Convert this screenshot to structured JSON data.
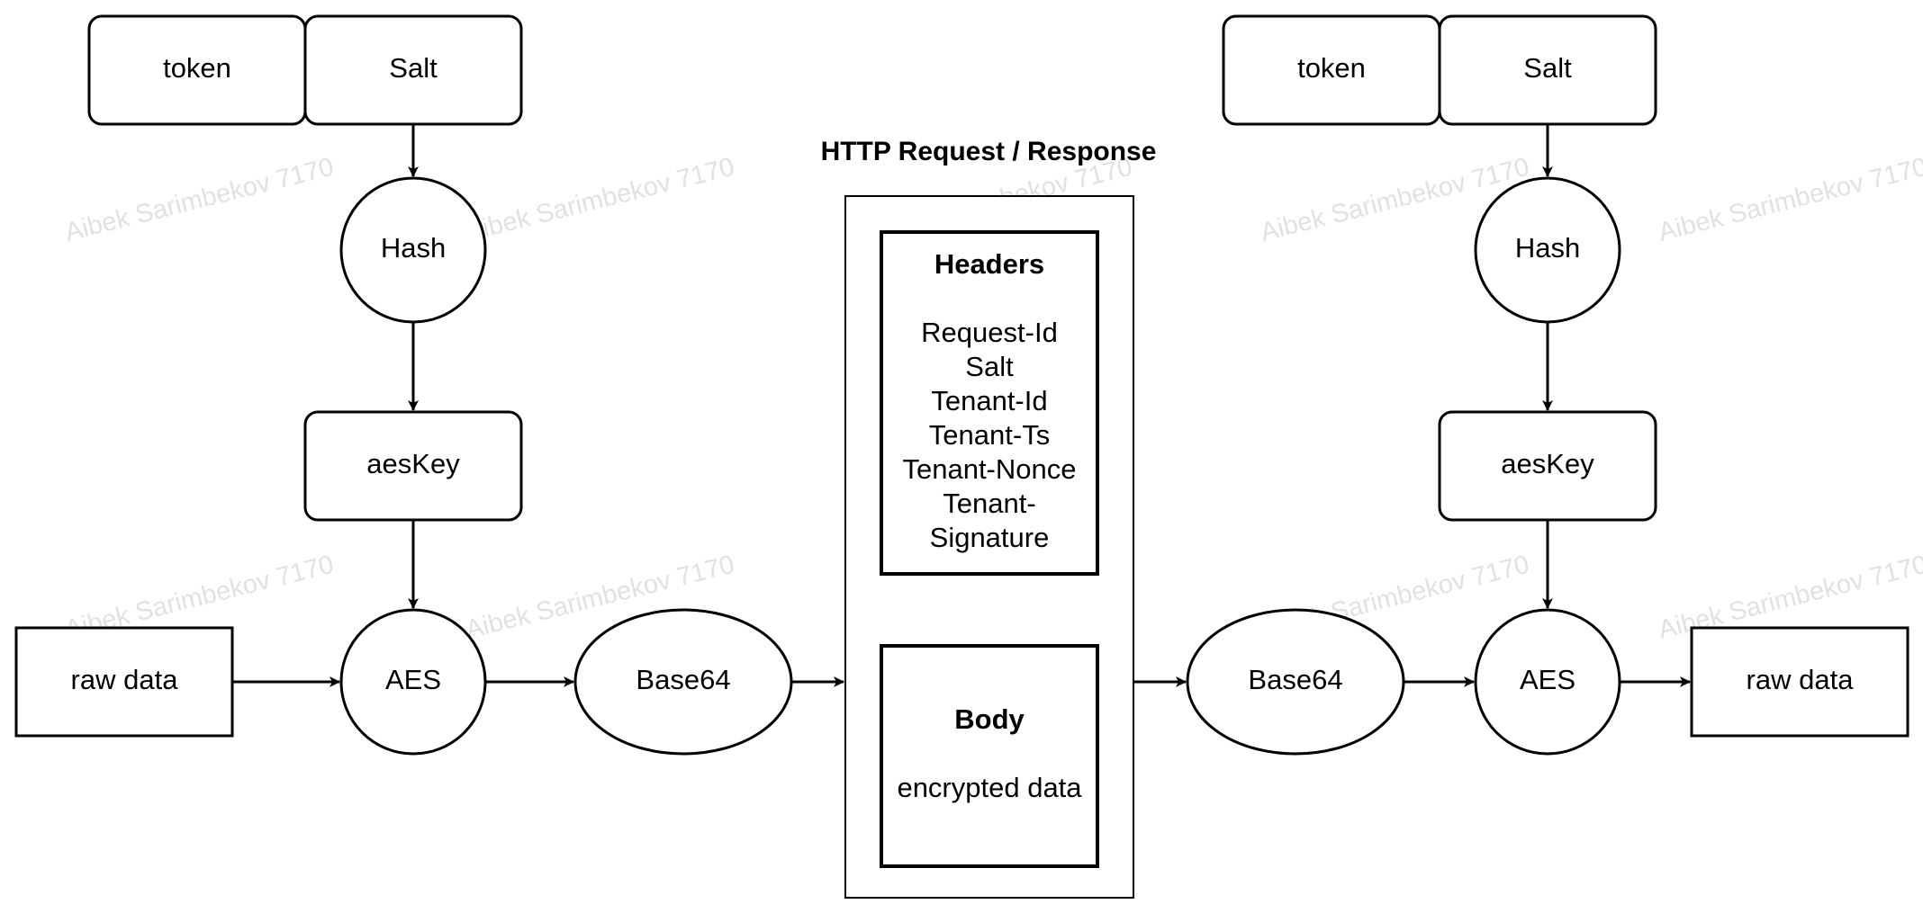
{
  "diagram": {
    "title": "HTTP Request / Response",
    "watermark": "Aibek Sarimbekov 7170",
    "left": {
      "token": "token",
      "salt": "Salt",
      "hash": "Hash",
      "aes_key": "aesKey",
      "aes": "AES",
      "raw_data": "raw data",
      "base64": "Base64"
    },
    "right": {
      "token": "token",
      "salt": "Salt",
      "hash": "Hash",
      "aes_key": "aesKey",
      "aes": "AES",
      "raw_data": "raw data",
      "base64": "Base64"
    },
    "headers": {
      "title": "Headers",
      "items": [
        "Request-Id",
        "Salt",
        "Tenant-Id",
        "Tenant-Ts",
        "Tenant-Nonce",
        "Tenant-",
        "Signature"
      ]
    },
    "body": {
      "title": "Body",
      "text": "encrypted data"
    },
    "colors": {
      "stroke": "#000000",
      "fill": "#ffffff",
      "watermark": "#d8d8d8"
    }
  }
}
